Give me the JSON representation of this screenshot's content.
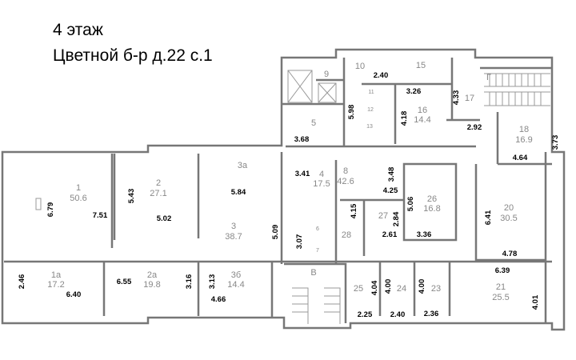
{
  "title": {
    "floor": "4 этаж",
    "address": "Цветной б-р д.22 с.1"
  },
  "rooms": [
    {
      "id": "1",
      "area": "50.6"
    },
    {
      "id": "2",
      "area": "27.1"
    },
    {
      "id": "3",
      "area": "38.7"
    },
    {
      "id": "3а"
    },
    {
      "id": "1а",
      "area": "17.2"
    },
    {
      "id": "2а",
      "area": "19.8"
    },
    {
      "id": "3б",
      "area": "14.4"
    },
    {
      "id": "4",
      "area": "17.5"
    },
    {
      "id": "5"
    },
    {
      "id": "8",
      "area": "42.6"
    },
    {
      "id": "9"
    },
    {
      "id": "10"
    },
    {
      "id": "11"
    },
    {
      "id": "12"
    },
    {
      "id": "13"
    },
    {
      "id": "15"
    },
    {
      "id": "16",
      "area": "14.4"
    },
    {
      "id": "17"
    },
    {
      "id": "18",
      "area": "16.9"
    },
    {
      "id": "Г"
    },
    {
      "id": "20",
      "area": "30.5"
    },
    {
      "id": "21",
      "area": "25.5"
    },
    {
      "id": "23"
    },
    {
      "id": "24"
    },
    {
      "id": "25"
    },
    {
      "id": "26",
      "area": "16.8"
    },
    {
      "id": "27"
    },
    {
      "id": "28"
    },
    {
      "id": "6"
    },
    {
      "id": "7"
    },
    {
      "id": "В"
    }
  ],
  "dims": [
    "6.79",
    "7.51",
    "5.43",
    "5.02",
    "5.84",
    "5.09",
    "2.46",
    "6.40",
    "6.55",
    "3.16",
    "3.13",
    "4.66",
    "3.68",
    "5.98",
    "2.40",
    "3.26",
    "4.18",
    "4.33",
    "2.92",
    "3.73",
    "4.64",
    "3.41",
    "3.48",
    "4.25",
    "4.15",
    "2.84",
    "2.61",
    "5.06",
    "3.36",
    "6.41",
    "4.78",
    "6.39",
    "4.01",
    "3.07",
    "4.04",
    "4.00",
    "4.00",
    "2.25",
    "2.40",
    "2.36"
  ]
}
